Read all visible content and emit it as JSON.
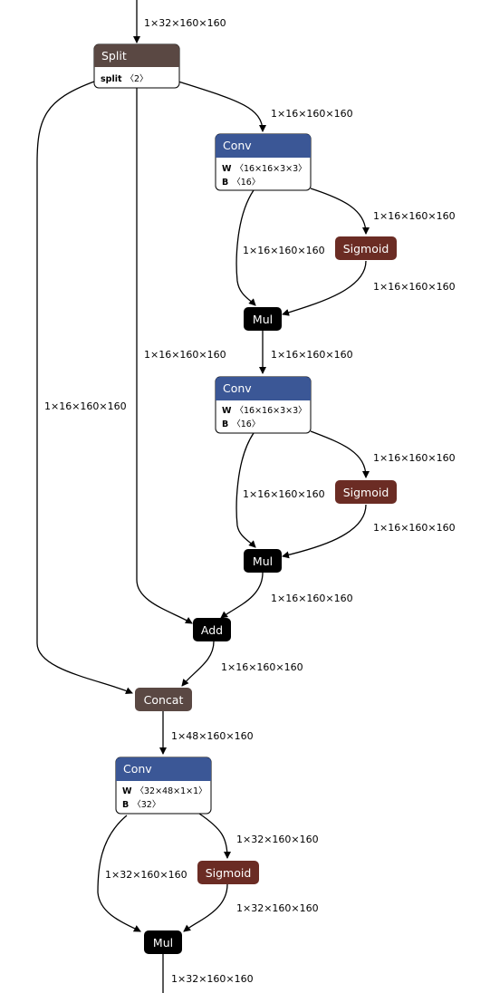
{
  "nodes": {
    "split": {
      "title": "Split",
      "attrs": [
        {
          "key": "split",
          "value": "〈2〉"
        }
      ]
    },
    "conv1": {
      "title": "Conv",
      "attrs": [
        {
          "key": "W",
          "value": "〈16×16×3×3〉"
        },
        {
          "key": "B",
          "value": "〈16〉"
        }
      ]
    },
    "sigmoid1": {
      "title": "Sigmoid"
    },
    "mul1": {
      "title": "Mul"
    },
    "conv2": {
      "title": "Conv",
      "attrs": [
        {
          "key": "W",
          "value": "〈16×16×3×3〉"
        },
        {
          "key": "B",
          "value": "〈16〉"
        }
      ]
    },
    "sigmoid2": {
      "title": "Sigmoid"
    },
    "mul2": {
      "title": "Mul"
    },
    "add": {
      "title": "Add"
    },
    "concat": {
      "title": "Concat"
    },
    "conv3": {
      "title": "Conv",
      "attrs": [
        {
          "key": "W",
          "value": "〈32×48×1×1〉"
        },
        {
          "key": "B",
          "value": "〈32〉"
        }
      ]
    },
    "sigmoid3": {
      "title": "Sigmoid"
    },
    "mul3": {
      "title": "Mul"
    }
  },
  "edges": {
    "input_split": "1×32×160×160",
    "split_conv1": "1×16×160×160",
    "split_add": "1×16×160×160",
    "split_concat": "1×16×160×160",
    "conv1_sigmoid1": "1×16×160×160",
    "conv1_mul1": "1×16×160×160",
    "sigmoid1_mul1": "1×16×160×160",
    "mul1_conv2": "1×16×160×160",
    "conv2_sigmoid2": "1×16×160×160",
    "conv2_mul2": "1×16×160×160",
    "sigmoid2_mul2": "1×16×160×160",
    "mul2_add": "1×16×160×160",
    "add_concat": "1×16×160×160",
    "concat_conv3": "1×48×160×160",
    "conv3_sigmoid3": "1×32×160×160",
    "conv3_mul3": "1×32×160×160",
    "sigmoid3_mul3": "1×32×160×160",
    "mul3_output": "1×32×160×160"
  },
  "colors": {
    "layer": "#3b5796",
    "activation": "#6b2c24",
    "math": "#000000",
    "tensor": "#5a4843",
    "attr_bg": "#ffffff",
    "edge": "#000000"
  }
}
